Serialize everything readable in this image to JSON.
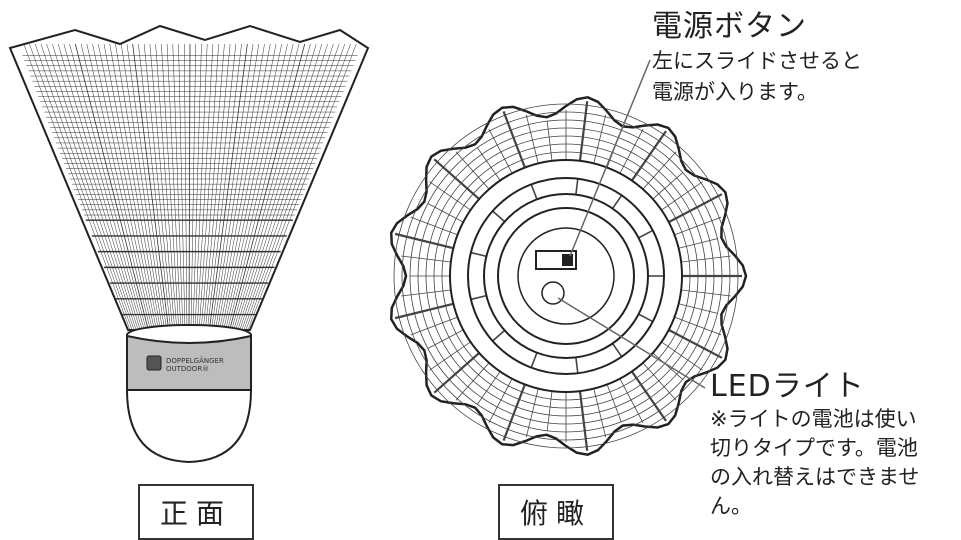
{
  "power": {
    "title": "電源ボタン",
    "desc_lines": [
      "左にスライドさせると",
      "電源が入ります。"
    ]
  },
  "led": {
    "title": "LEDライト",
    "desc_lines": [
      "※ライトの電池は使い",
      "切りタイプです。電池",
      "の入れ替えはできませ",
      "ん。"
    ]
  },
  "views": {
    "front": "正面",
    "top": "俯瞰"
  },
  "logo": {
    "line1": "DOPPELGÄNGER",
    "line2": "OUTDOOR®"
  },
  "colors": {
    "stroke": "#222222",
    "band": "#bdbdbd",
    "bg": "#ffffff"
  }
}
